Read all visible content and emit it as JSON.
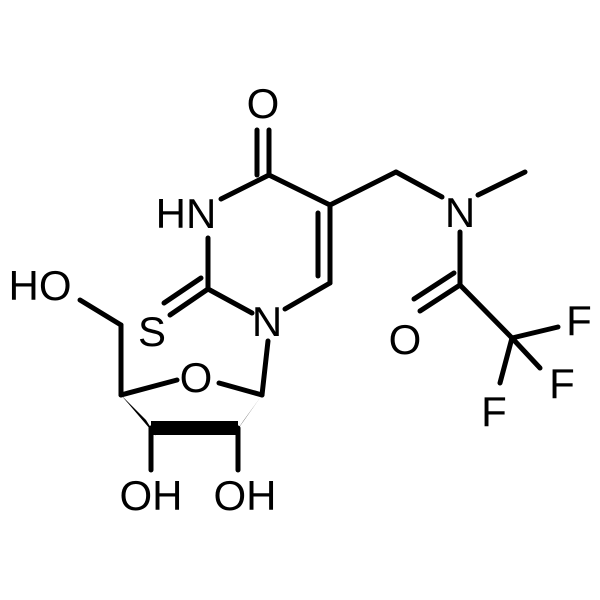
{
  "atoms": {
    "o_carbonyl": "O",
    "nh": "HN",
    "s": "S",
    "n_ring": "N",
    "o_furanose": "O",
    "ho_top": "HO",
    "oh_left": "OH",
    "oh_right": "OH",
    "n_amide": "N",
    "o_amide": "O",
    "f_right": "F",
    "f_mid": "F",
    "f_bottom": "F"
  },
  "colors": {
    "ink": "#000000",
    "background": "#ffffff"
  }
}
